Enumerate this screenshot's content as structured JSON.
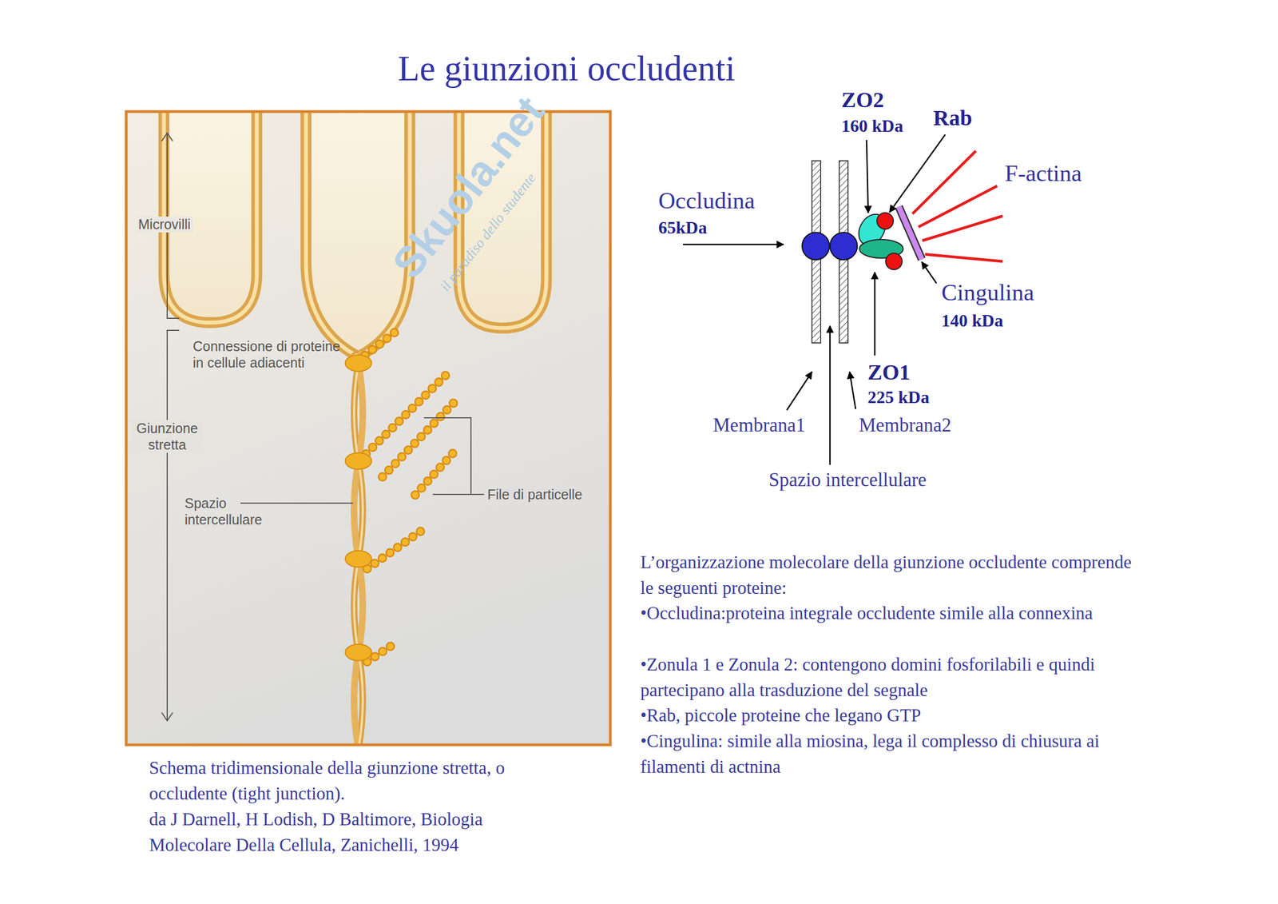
{
  "diagram": {
    "title": "Le giunzioni occludenti",
    "caption": "Schema tridimensionale della giunzione stretta, o occludente (tight junction).",
    "labels": [
      "Microvilli",
      "Connessione di proteine in cellule adiacenti",
      "Giunzione stretta",
      "Spazio intercellulare",
      "File di particelle",
      "Skuola.net",
      "il paradiso dello studente",
      "da J Darnell, H Lodish, D Baltimore, Biologia Molecolare Della Cellula, Zanichelli, 1994",
      "ZO2",
      "160 kDa",
      "Rab",
      "F-actina",
      "Occludina",
      "65kDa",
      "Cingulina",
      "140 kDa",
      "ZO1",
      "225 kDa",
      "Membrana1",
      "Membrana2",
      "Spazio intercellulare",
      "L’organizzazione molecolare della giunzione occludente comprende le seguenti proteine:",
      "•Occludina:proteina integrale occludente simile alla connexina",
      "•Zonula 1 e Zonula 2: contengono domini fosforilabili e quindi partecipano alla trasduzione del segnale",
      "•Rab, piccole proteine che legano GTP",
      "•Cingulina: simile alla miosina, lega il complesso di chiusura ai filamenti di actnina"
    ]
  }
}
